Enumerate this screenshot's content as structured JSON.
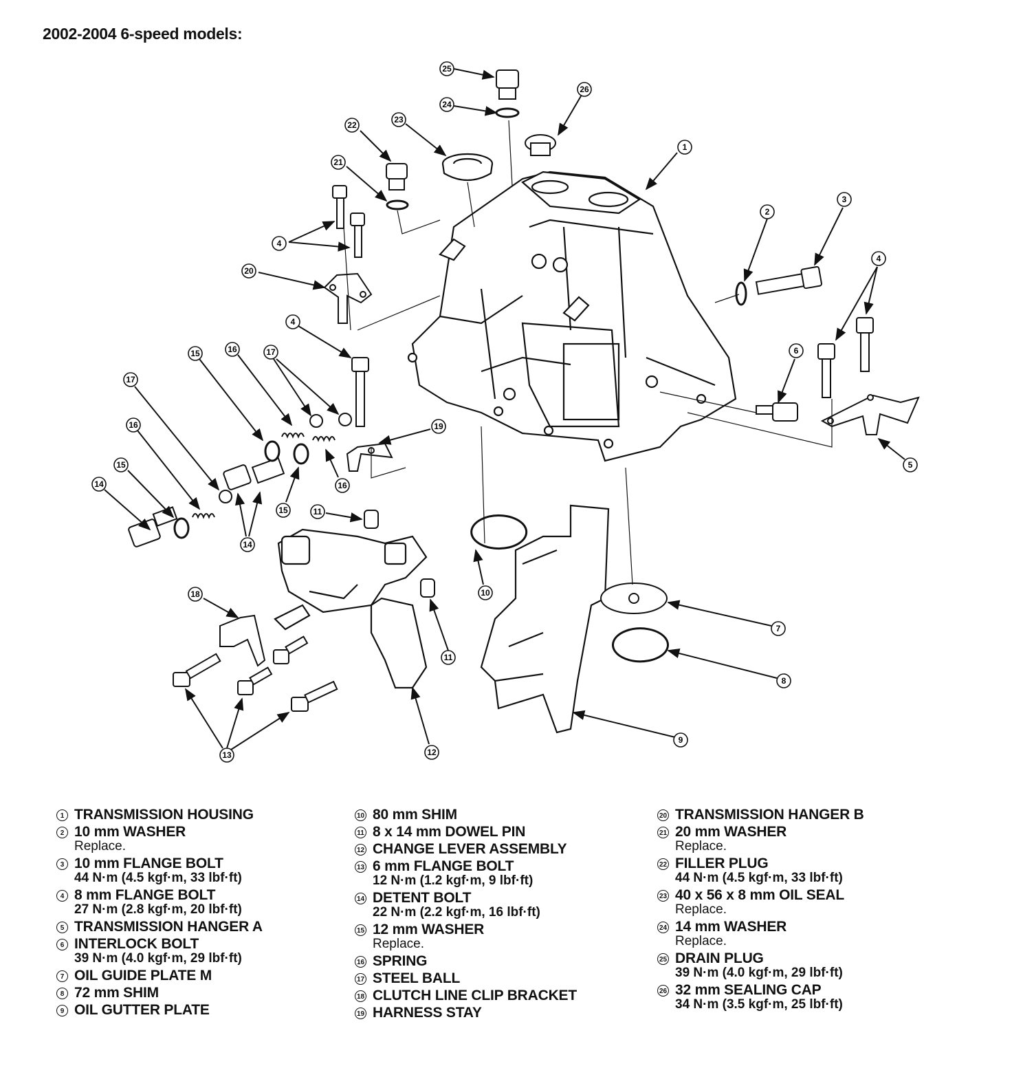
{
  "title": "2002-2004 6-speed models:",
  "callouts": [
    {
      "n": "1"
    },
    {
      "n": "2"
    },
    {
      "n": "3"
    },
    {
      "n": "4"
    },
    {
      "n": "4"
    },
    {
      "n": "4"
    },
    {
      "n": "5"
    },
    {
      "n": "6"
    },
    {
      "n": "7"
    },
    {
      "n": "8"
    },
    {
      "n": "9"
    },
    {
      "n": "10"
    },
    {
      "n": "11"
    },
    {
      "n": "11"
    },
    {
      "n": "12"
    },
    {
      "n": "13"
    },
    {
      "n": "14"
    },
    {
      "n": "14"
    },
    {
      "n": "15"
    },
    {
      "n": "15"
    },
    {
      "n": "15"
    },
    {
      "n": "16"
    },
    {
      "n": "16"
    },
    {
      "n": "16"
    },
    {
      "n": "17"
    },
    {
      "n": "17"
    },
    {
      "n": "18"
    },
    {
      "n": "19"
    },
    {
      "n": "20"
    },
    {
      "n": "21"
    },
    {
      "n": "22"
    },
    {
      "n": "23"
    },
    {
      "n": "24"
    },
    {
      "n": "25"
    },
    {
      "n": "26"
    }
  ],
  "legend": {
    "col1": [
      {
        "n": "1",
        "name": "TRANSMISSION HOUSING"
      },
      {
        "n": "2",
        "name": "10 mm WASHER",
        "sub": "Replace."
      },
      {
        "n": "3",
        "name": "10 mm FLANGE BOLT",
        "note": "44 N·m (4.5 kgf·m, 33 lbf·ft)"
      },
      {
        "n": "4",
        "name": "8 mm FLANGE BOLT",
        "note": "27 N·m (2.8 kgf·m, 20 lbf·ft)"
      },
      {
        "n": "5",
        "name": "TRANSMISSION HANGER A"
      },
      {
        "n": "6",
        "name": "INTERLOCK BOLT",
        "note": "39 N·m (4.0 kgf·m, 29 lbf·ft)"
      },
      {
        "n": "7",
        "name": "OIL GUIDE PLATE M"
      },
      {
        "n": "8",
        "name": "72 mm SHIM"
      },
      {
        "n": "9",
        "name": "OIL GUTTER PLATE"
      }
    ],
    "col2": [
      {
        "n": "10",
        "name": "80 mm SHIM"
      },
      {
        "n": "11",
        "name": "8 x 14 mm DOWEL PIN"
      },
      {
        "n": "12",
        "name": "CHANGE LEVER ASSEMBLY"
      },
      {
        "n": "13",
        "name": "6 mm FLANGE BOLT",
        "note": "12 N·m (1.2 kgf·m, 9 lbf·ft)"
      },
      {
        "n": "14",
        "name": "DETENT BOLT",
        "note": "22 N·m (2.2 kgf·m, 16 lbf·ft)"
      },
      {
        "n": "15",
        "name": "12 mm WASHER",
        "sub": "Replace."
      },
      {
        "n": "16",
        "name": "SPRING"
      },
      {
        "n": "17",
        "name": "STEEL BALL"
      },
      {
        "n": "18",
        "name": "CLUTCH LINE CLIP BRACKET"
      },
      {
        "n": "19",
        "name": "HARNESS STAY"
      }
    ],
    "col3": [
      {
        "n": "20",
        "name": "TRANSMISSION HANGER B"
      },
      {
        "n": "21",
        "name": "20 mm WASHER",
        "sub": "Replace."
      },
      {
        "n": "22",
        "name": "FILLER PLUG",
        "note": "44 N·m (4.5 kgf·m, 33 lbf·ft)"
      },
      {
        "n": "23",
        "name": "40 x 56 x 8 mm OIL SEAL",
        "sub": "Replace."
      },
      {
        "n": "24",
        "name": "14 mm WASHER",
        "sub": "Replace."
      },
      {
        "n": "25",
        "name": "DRAIN PLUG",
        "note": "39 N·m (4.0 kgf·m, 29 lbf·ft)"
      },
      {
        "n": "26",
        "name": "32 mm SEALING CAP",
        "note": "34 N·m (3.5 kgf·m, 25 lbf·ft)"
      }
    ]
  }
}
